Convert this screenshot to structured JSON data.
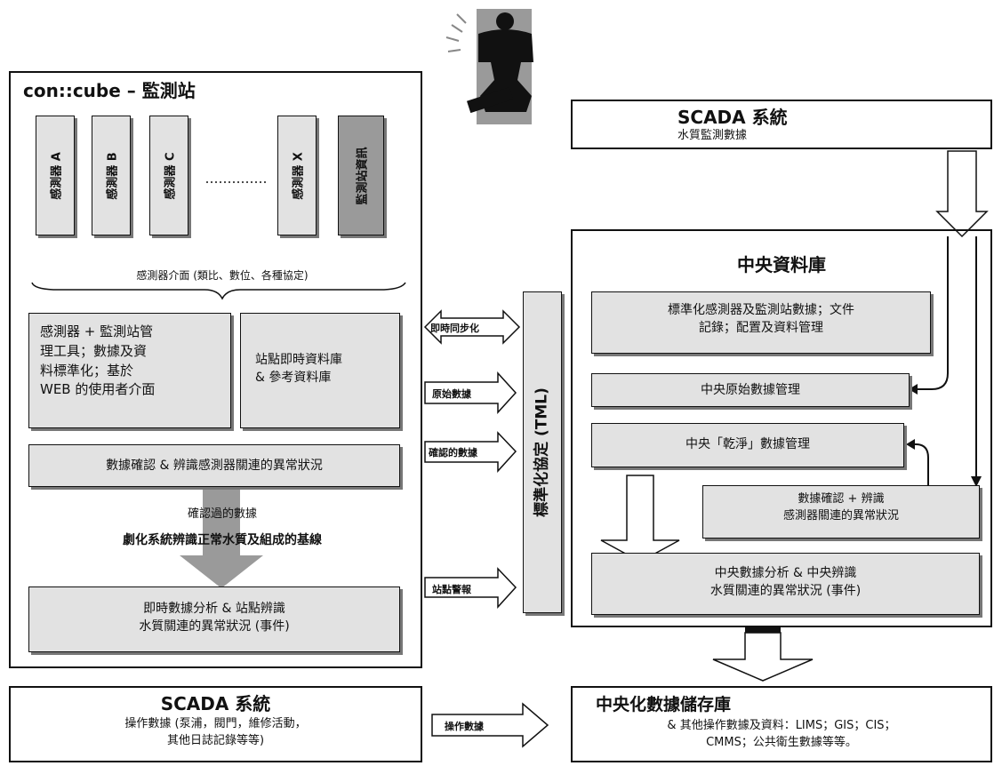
{
  "monitor": {
    "title": "con::cube – 監測站",
    "sensors": [
      "感測器 A",
      "感測器 B",
      "感測器 C",
      "感測器 X"
    ],
    "station_info": "監測站資訊",
    "interface_label": "感測器介面 (類比、數位、各種協定)",
    "mgmt_tools": "感測器 + 監測站管\n理工具；數據及資\n料標準化；基於\nWEB 的使用者介面",
    "local_db": "站點即時資料庫\n& 參考資料庫",
    "validation": "數據確認 & 辨識感測器關連的異常狀況",
    "validated_data": "確認過的數據",
    "baseline": "劇化系統辨識正常水質及組成的基線",
    "realtime_analysis": "即時數據分析 & 站點辨識\n水質關連的異常狀況 (事件)"
  },
  "tml": {
    "label": "標準化協定 (TML)",
    "arrows": [
      "即時同步化",
      "原始數據",
      "確認的數據",
      "站點警報"
    ]
  },
  "scada_top": {
    "title": "SCADA 系統",
    "subtitle": "水質監測數據"
  },
  "central_db": {
    "title": "中央資料庫",
    "standardized": "標準化感測器及監測站數據；文件\n記錄；配置及資料管理",
    "raw_mgmt": "中央原始數據管理",
    "clean_mgmt": "中央「乾淨」數據管理",
    "validation": "數據確認 + 辨識\n感測器關連的異常狀況",
    "analysis": "中央數據分析 & 中央辨識\n水質關連的異常狀況 (事件)"
  },
  "scada_bottom": {
    "title": "SCADA 系統",
    "subtitle": "操作數據 (泵浦，閥門，維修活動，\n其他日誌記錄等等)"
  },
  "ops_arrow": "操作數據",
  "storage": {
    "title": "中央化數據儲存庫",
    "subtitle": "& 其他操作數據及資料：LIMS；GIS；CIS；\nCMMS；公共衛生數據等等。"
  }
}
